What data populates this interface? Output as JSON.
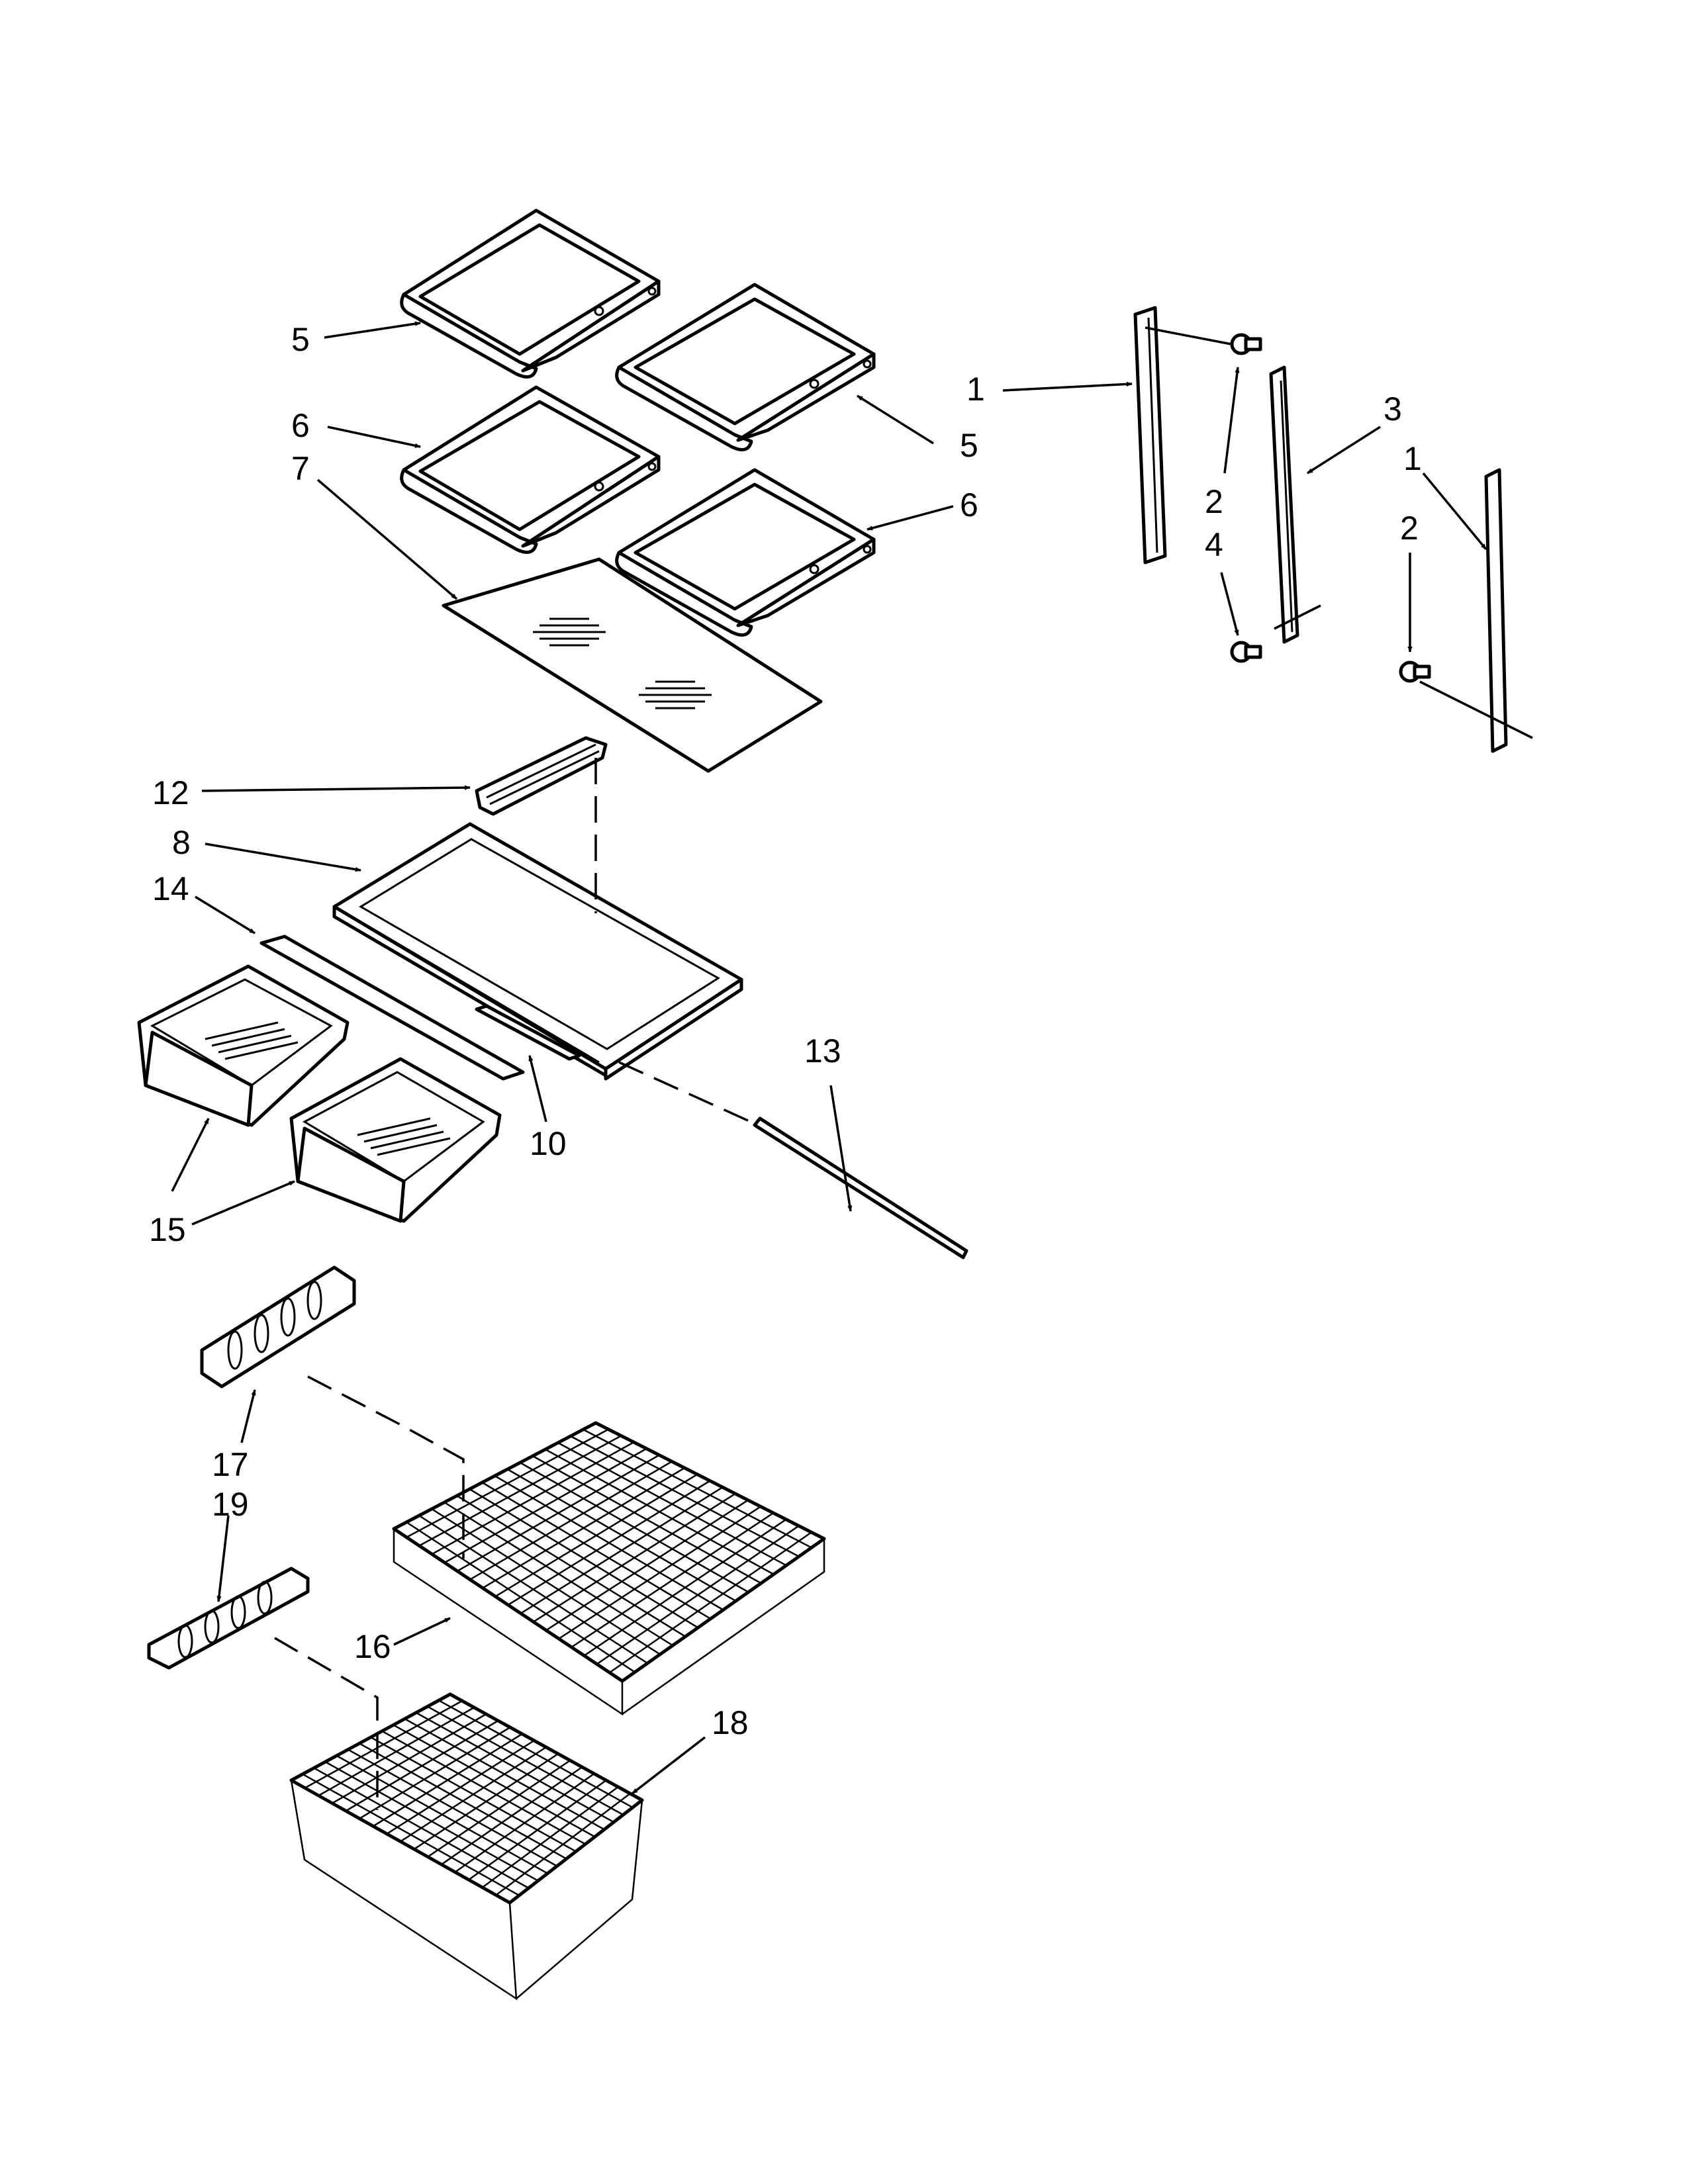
{
  "callouts": [
    {
      "id": "c5a",
      "text": "5"
    },
    {
      "id": "c6a",
      "text": "6"
    },
    {
      "id": "c7",
      "text": "7"
    },
    {
      "id": "c5b",
      "text": "5"
    },
    {
      "id": "c6b",
      "text": "6"
    },
    {
      "id": "c1a",
      "text": "1"
    },
    {
      "id": "c3",
      "text": "3"
    },
    {
      "id": "c1b",
      "text": "1"
    },
    {
      "id": "c2a",
      "text": "2"
    },
    {
      "id": "c4",
      "text": "4"
    },
    {
      "id": "c2b",
      "text": "2"
    },
    {
      "id": "c12",
      "text": "12"
    },
    {
      "id": "c8",
      "text": "8"
    },
    {
      "id": "c14",
      "text": "14"
    },
    {
      "id": "c13",
      "text": "13"
    },
    {
      "id": "c10",
      "text": "10"
    },
    {
      "id": "c15",
      "text": "15"
    },
    {
      "id": "c17",
      "text": "17"
    },
    {
      "id": "c19",
      "text": "19"
    },
    {
      "id": "c16",
      "text": "16"
    },
    {
      "id": "c18",
      "text": "18"
    }
  ]
}
